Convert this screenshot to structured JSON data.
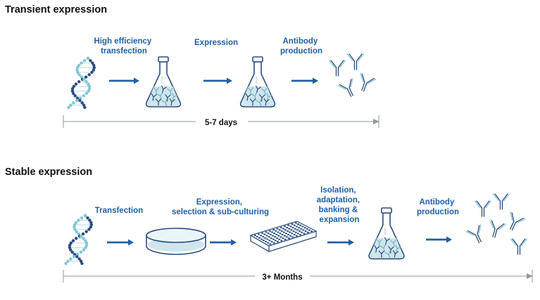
{
  "colors": {
    "accent_blue": "#1f5fa6",
    "dark_navy": "#2b4d80",
    "light_teal": "#7ec8d3",
    "liquid": "#cfe6ec",
    "timeline_gray": "#8e9aa6"
  },
  "transient": {
    "title": "Transient expression",
    "steps": [
      {
        "label_lines": [
          "High efficiency",
          "transfection"
        ]
      },
      {
        "label_lines": [
          "Expression"
        ]
      },
      {
        "label_lines": [
          "Antibody",
          "production"
        ]
      }
    ],
    "duration": "5-7 days"
  },
  "stable": {
    "title": "Stable expression",
    "steps": [
      {
        "label_lines": [
          "Transfection"
        ]
      },
      {
        "label_lines": [
          "Expression,",
          "selection & sub-culturing"
        ]
      },
      {
        "label_lines": [
          "Isolation,",
          "adaptation,",
          "banking &",
          "expansion"
        ]
      },
      {
        "label_lines": [
          "Antibody",
          "production"
        ]
      }
    ],
    "duration": "3+ Months"
  },
  "icons": [
    "dna-helix-icon",
    "flask-icon",
    "petri-dish-icon",
    "well-plate-icon",
    "antibody-icon",
    "arrow-right-icon"
  ]
}
